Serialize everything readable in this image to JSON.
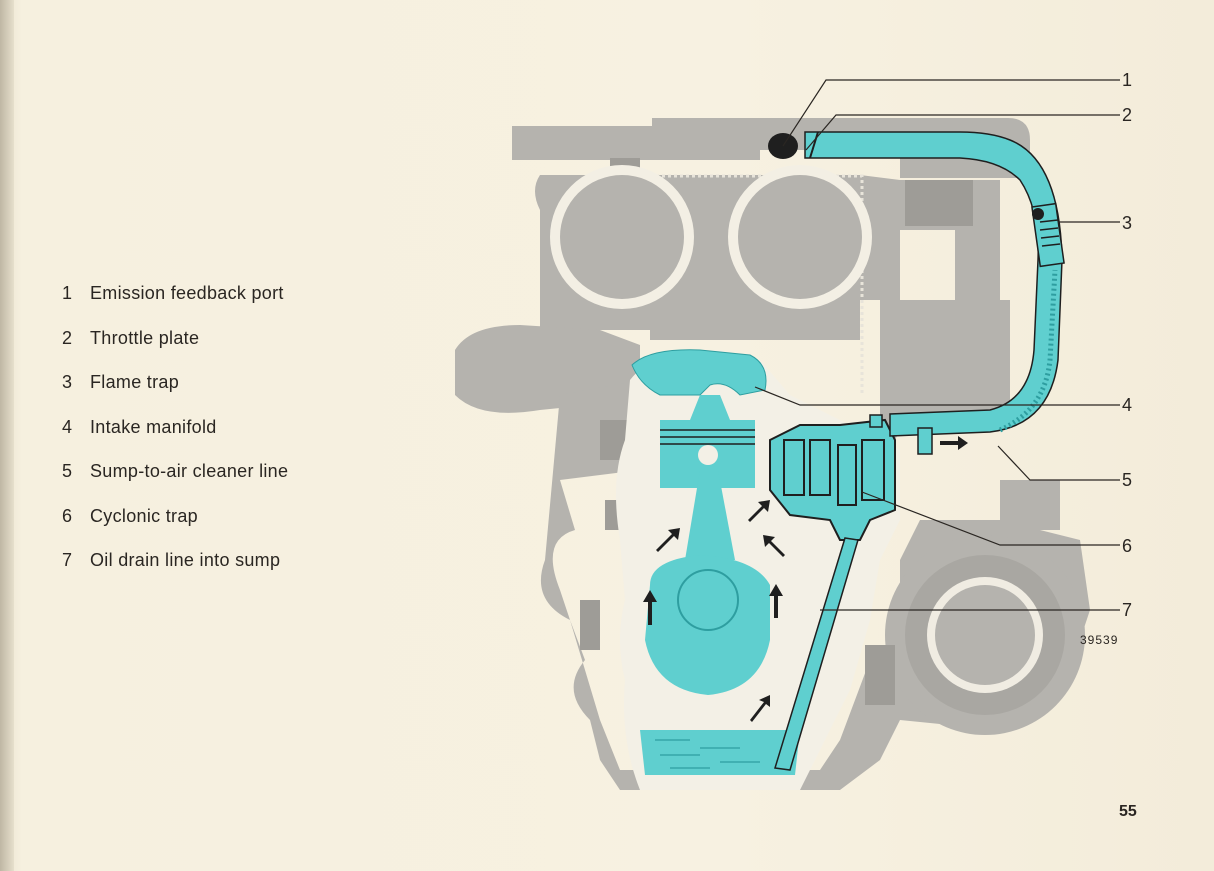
{
  "legend": {
    "items": [
      {
        "number": "1",
        "label": "Emission feedback port"
      },
      {
        "number": "2",
        "label": "Throttle plate"
      },
      {
        "number": "3",
        "label": "Flame trap"
      },
      {
        "number": "4",
        "label": "Intake manifold"
      },
      {
        "number": "5",
        "label": "Sump-to-air cleaner line"
      },
      {
        "number": "6",
        "label": "Cyclonic trap"
      },
      {
        "number": "7",
        "label": "Oil drain line into sump"
      }
    ]
  },
  "callouts": [
    "1",
    "2",
    "3",
    "4",
    "5",
    "6",
    "7"
  ],
  "figure_code": "39539",
  "page_number": "55",
  "colors": {
    "paper": "#f5efdd",
    "engine_gray": "#b5b3ae",
    "engine_gray_dark": "#9e9c97",
    "cyan": "#5fcfcf",
    "cyan_dark": "#2e9ea0",
    "outline": "#1f1f1f"
  }
}
